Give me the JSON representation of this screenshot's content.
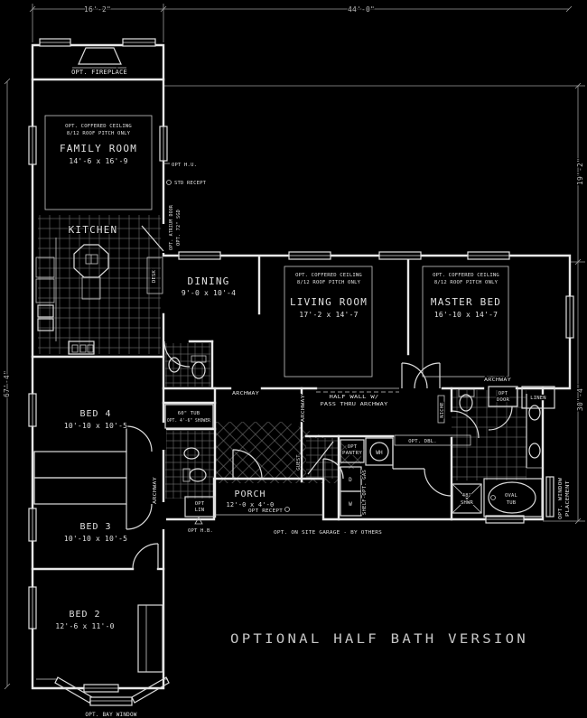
{
  "colors": {
    "background": "#000000",
    "wall_line": "#e8e8e8",
    "tile_line": "#6f6f6f",
    "dim_line": "#9d9d9d",
    "text": "#e0e0e0",
    "caption": "#c6c6c6"
  },
  "dimensions": {
    "top_left": "16'-2\"",
    "top_right": "44'-0\"",
    "left_side": "67'-4\"",
    "right_upper": "19'-2\"",
    "right_lower": "30'-4\""
  },
  "rooms": {
    "family_room": {
      "name": "FAMILY ROOM",
      "size": "14'-6 x 16'-9",
      "note1": "OPT. COFFERED CEILING",
      "note2": "8/12 ROOF PITCH ONLY"
    },
    "kitchen": {
      "name": "KITCHEN"
    },
    "dining": {
      "name": "DINING",
      "size": "9'-0 x 10'-4"
    },
    "living_room": {
      "name": "LIVING ROOM",
      "size": "17'-2 x 14'-7",
      "note1": "OPT. COFFERED CEILING",
      "note2": "8/12 ROOF PITCH ONLY"
    },
    "master_bed": {
      "name": "MASTER BED",
      "size": "16'-10 x 14'-7",
      "note1": "OPT. COFFERED CEILING",
      "note2": "8/12 ROOF PITCH ONLY"
    },
    "bed_4": {
      "name": "BED 4",
      "size": "10'-10 x 10'-5"
    },
    "bed_3": {
      "name": "BED 3",
      "size": "10'-10 x 10'-5"
    },
    "bed_2": {
      "name": "BED 2",
      "size": "12'-6 x 11'-0"
    },
    "porch": {
      "name": "PORCH",
      "size": "12'-0 x 4'-0"
    }
  },
  "annotations": {
    "opt_fireplace": "OPT. FIREPLACE",
    "opt_hu": "OPT H.U.",
    "std_recept": "STD RECEPT",
    "opt_atrium_door": "OPT. ATRIUM DOOR",
    "opt_sgd": "OPT. 72\" SGD",
    "desk": "DESK",
    "archway_dining": "ARCHWAY",
    "archway_foyer": "ARCHWAY",
    "archway_hall": "ARCHWAY",
    "archway_master": "ARCHWAY",
    "half_wall_line1": "HALF WALL W/",
    "half_wall_line2": "PASS THRU ARCHWAY",
    "tub_line1": "60\" TUB",
    "tub_line2": "OPT. 4'-6\" SHOWER",
    "opt_lin_line1": "OPT",
    "opt_lin_line2": "LIN",
    "opt_hb": "OPT H.B.",
    "opt_recept": "OPT RECEPT",
    "guest": "GUEST",
    "opt_pantry_line1": "OPT",
    "opt_pantry_line2": "PANTRY",
    "water_heater": "WH",
    "opt_dbl": "OPT. DBL.",
    "dryer": "D",
    "washer": "W",
    "shelf_note": "SHELF-OPT. GAS",
    "onsite_garage": "OPT. ON SITE GARAGE - BY OTHERS",
    "niche": "NICHE",
    "opt_door_line1": "OPT",
    "opt_door_line2": "DOOR",
    "linen": "LINEN",
    "shower_line1": "48\"",
    "shower_line2": "SHWR",
    "oval_tub_line1": "OVAL",
    "oval_tub_line2": "TUB",
    "opt_window_line1": "OPT. WINDOW",
    "opt_window_line2": "PLACEMENT",
    "opt_bay_window": "OPT. BAY WINDOW"
  },
  "caption": "OPTIONAL HALF BATH VERSION"
}
